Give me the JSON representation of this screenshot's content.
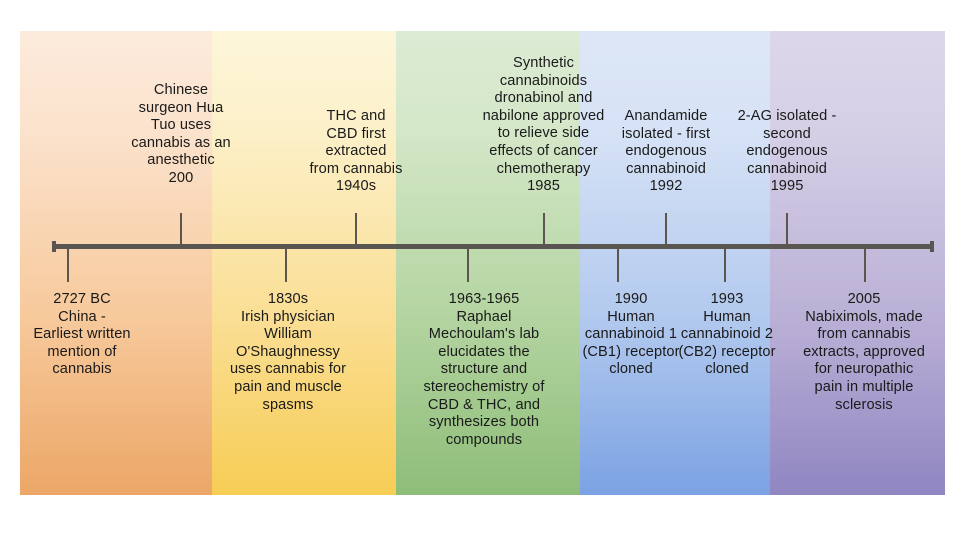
{
  "figure": {
    "type": "timeline",
    "orientation": "horizontal",
    "axis": {
      "line_color": "#595651",
      "has_left_end_cap": true,
      "has_right_end_cap": true
    },
    "bands": [
      {
        "name": "band-orange",
        "color_top": "#fcebdc",
        "color_bottom": "#eca767"
      },
      {
        "name": "band-yellow",
        "color_top": "#fdf6da",
        "color_bottom": "#f7cd55"
      },
      {
        "name": "band-green",
        "color_top": "#dcebd4",
        "color_bottom": "#8ebd79"
      },
      {
        "name": "band-blue",
        "color_top": "#dde7f7",
        "color_bottom": "#7ba2e3"
      },
      {
        "name": "band-purple",
        "color_top": "#dcd7ea",
        "color_bottom": "#9086c1"
      }
    ]
  },
  "events": [
    {
      "id": "event-2727-bc",
      "position": "below",
      "date": "2727 BC",
      "text": "2727 BC\nChina -\nEarliest written\nmention of\ncannabis"
    },
    {
      "id": "event-200",
      "position": "above",
      "date": "200",
      "text": "Chinese\nsurgeon Hua\nTuo uses\ncannabis as an\nanesthetic\n200"
    },
    {
      "id": "event-1830s",
      "position": "below",
      "date": "1830s",
      "text": "1830s\nIrish physician\nWilliam\nO'Shaughnessy\nuses cannabis for\npain and muscle\nspasms"
    },
    {
      "id": "event-1940s",
      "position": "above",
      "date": "1940s",
      "text": "THC and\nCBD first\nextracted\nfrom cannabis\n1940s"
    },
    {
      "id": "event-1963-1965",
      "position": "below",
      "date": "1963-1965",
      "text": "1963-1965\nRaphael\nMechoulam's lab\nelucidates the\nstructure and\nstereochemistry of\nCBD & THC, and\nsynthesizes both\ncompounds"
    },
    {
      "id": "event-1985",
      "position": "above",
      "date": "1985",
      "text": "Synthetic\ncannabinoids\ndronabinol and\nnabilone approved\nto relieve side\neffects of cancer\nchemotherapy\n1985"
    },
    {
      "id": "event-1990",
      "position": "below",
      "date": "1990",
      "text": "1990\nHuman\ncannabinoid 1\n(CB1) receptor\ncloned"
    },
    {
      "id": "event-1992",
      "position": "above",
      "date": "1992",
      "text": "Anandamide\nisolated - first\nendogenous\ncannabinoid\n1992"
    },
    {
      "id": "event-1993",
      "position": "below",
      "date": "1993",
      "text": "1993\nHuman\ncannabinoid 2\n(CB2) receptor\ncloned"
    },
    {
      "id": "event-1995",
      "position": "above",
      "date": "1995",
      "text": "2-AG isolated -\nsecond\nendogenous\ncannabinoid\n1995"
    },
    {
      "id": "event-2005",
      "position": "below",
      "date": "2005",
      "text": "2005\nNabiximols, made\nfrom cannabis\nextracts, approved\nfor neuropathic\npain in multiple\nsclerosis"
    }
  ]
}
